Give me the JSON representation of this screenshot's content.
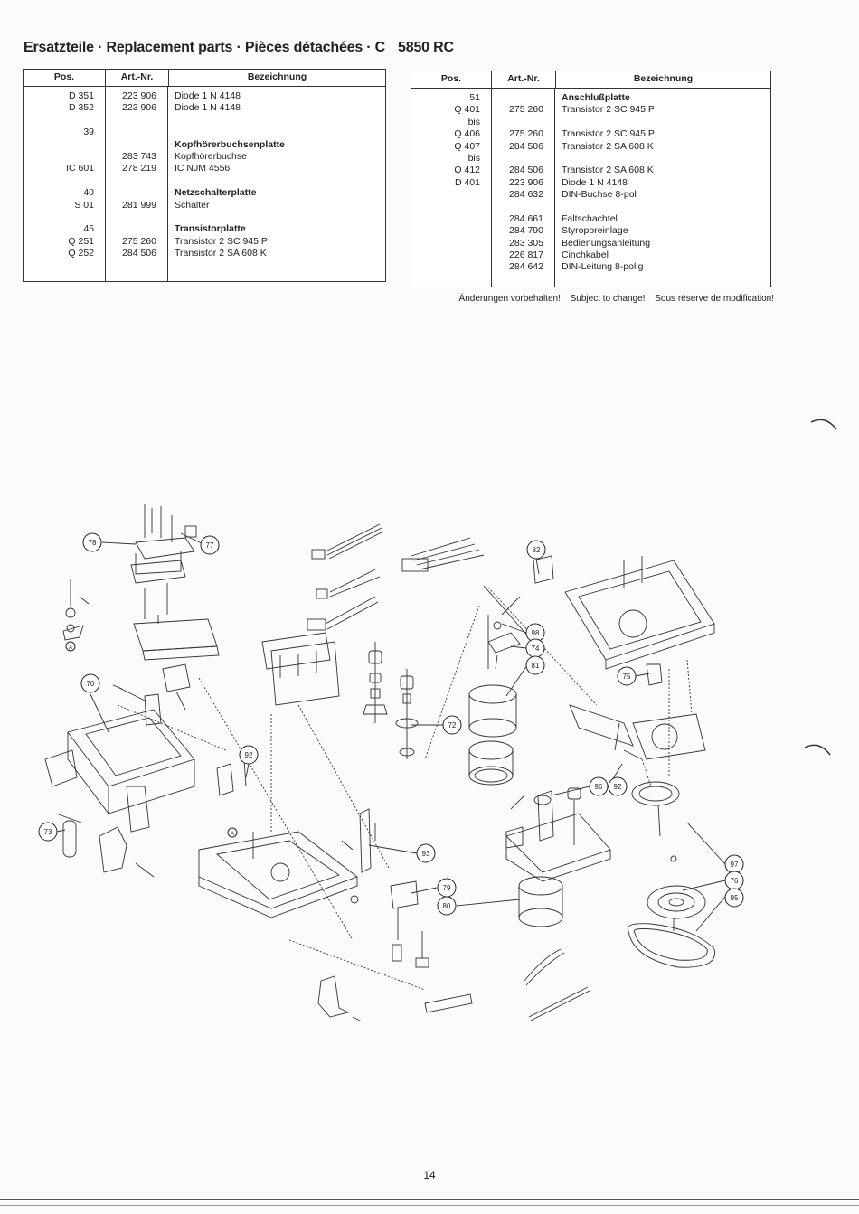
{
  "header": {
    "title": "Ersatzteile · Replacement parts · Pièces détachées · C",
    "model": "5850 RC"
  },
  "table_left": {
    "columns": [
      "Pos.",
      "Art.-Nr.",
      "Bezeichnung"
    ],
    "rows": [
      {
        "pos": "D 351",
        "art": "223 906",
        "name": "Diode 1 N 4148",
        "bold": false
      },
      {
        "pos": "D 352",
        "art": "223 906",
        "name": "Diode 1 N 4148",
        "bold": false
      },
      {
        "pos": "",
        "art": "",
        "name": "",
        "bold": false
      },
      {
        "pos": "39",
        "art": "",
        "name": "",
        "bold": false
      },
      {
        "pos": "",
        "art": "",
        "name": "Kopfhörerbuchsenplatte",
        "bold": true
      },
      {
        "pos": "",
        "art": "283 743",
        "name": "Kopfhörerbuchse",
        "bold": false
      },
      {
        "pos": "IC 601",
        "art": "278 219",
        "name": "IC NJM 4556",
        "bold": false
      },
      {
        "pos": "",
        "art": "",
        "name": "",
        "bold": false
      },
      {
        "pos": "40",
        "art": "",
        "name": "Netzschalterplatte",
        "bold": true
      },
      {
        "pos": "S 01",
        "art": "281 999",
        "name": "Schalter",
        "bold": false
      },
      {
        "pos": "",
        "art": "",
        "name": "",
        "bold": false
      },
      {
        "pos": "45",
        "art": "",
        "name": "Transistorplatte",
        "bold": true
      },
      {
        "pos": "Q 251",
        "art": "275 260",
        "name": "Transistor 2 SC 945 P",
        "bold": false
      },
      {
        "pos": "Q 252",
        "art": "284 506",
        "name": "Transistor 2 SA 608 K",
        "bold": false
      }
    ]
  },
  "table_right": {
    "columns": [
      "Pos.",
      "Art.-Nr.",
      "Bezeichnung"
    ],
    "rows": [
      {
        "pos": "51",
        "art": "",
        "name": "Anschlußplatte",
        "bold": true
      },
      {
        "pos": "Q 401",
        "art": "275 260",
        "name": "Transistor 2 SC 945 P",
        "bold": false
      },
      {
        "pos": "bis",
        "art": "",
        "name": "",
        "bold": false
      },
      {
        "pos": "Q 406",
        "art": "275 260",
        "name": "Transistor 2 SC 945 P",
        "bold": false
      },
      {
        "pos": "Q 407",
        "art": "284 506",
        "name": "Transistor 2 SA 608 K",
        "bold": false
      },
      {
        "pos": "bis",
        "art": "",
        "name": "",
        "bold": false
      },
      {
        "pos": "Q 412",
        "art": "284 506",
        "name": "Transistor 2 SA 608 K",
        "bold": false
      },
      {
        "pos": "D 401",
        "art": "223 906",
        "name": "Diode 1 N 4148",
        "bold": false
      },
      {
        "pos": "",
        "art": "284 632",
        "name": "DIN-Buchse 8-pol",
        "bold": false
      },
      {
        "pos": "",
        "art": "",
        "name": "",
        "bold": false
      },
      {
        "pos": "",
        "art": "284 661",
        "name": "Faltschachtel",
        "bold": false
      },
      {
        "pos": "",
        "art": "284 790",
        "name": "Styroporeinlage",
        "bold": false
      },
      {
        "pos": "",
        "art": "283 305",
        "name": "Bedienungsanleitung",
        "bold": false
      },
      {
        "pos": "",
        "art": "226 817",
        "name": "Cinchkabel",
        "bold": false
      },
      {
        "pos": "",
        "art": "284 642",
        "name": "DIN-Leitung 8-polig",
        "bold": false
      }
    ]
  },
  "notice": {
    "de": "Änderungen vorbehalten!",
    "en": "Subject to change!",
    "fr": "Sous réserve de modification!"
  },
  "diagram": {
    "callouts": [
      "78",
      "77",
      "82",
      "98",
      "74",
      "81",
      "75",
      "70",
      "72",
      "92",
      "96",
      "92",
      "73",
      "93",
      "97",
      "76",
      "95",
      "79",
      "80"
    ],
    "small_labels": [
      "A",
      "A"
    ]
  },
  "footer": {
    "page_number": "14"
  }
}
